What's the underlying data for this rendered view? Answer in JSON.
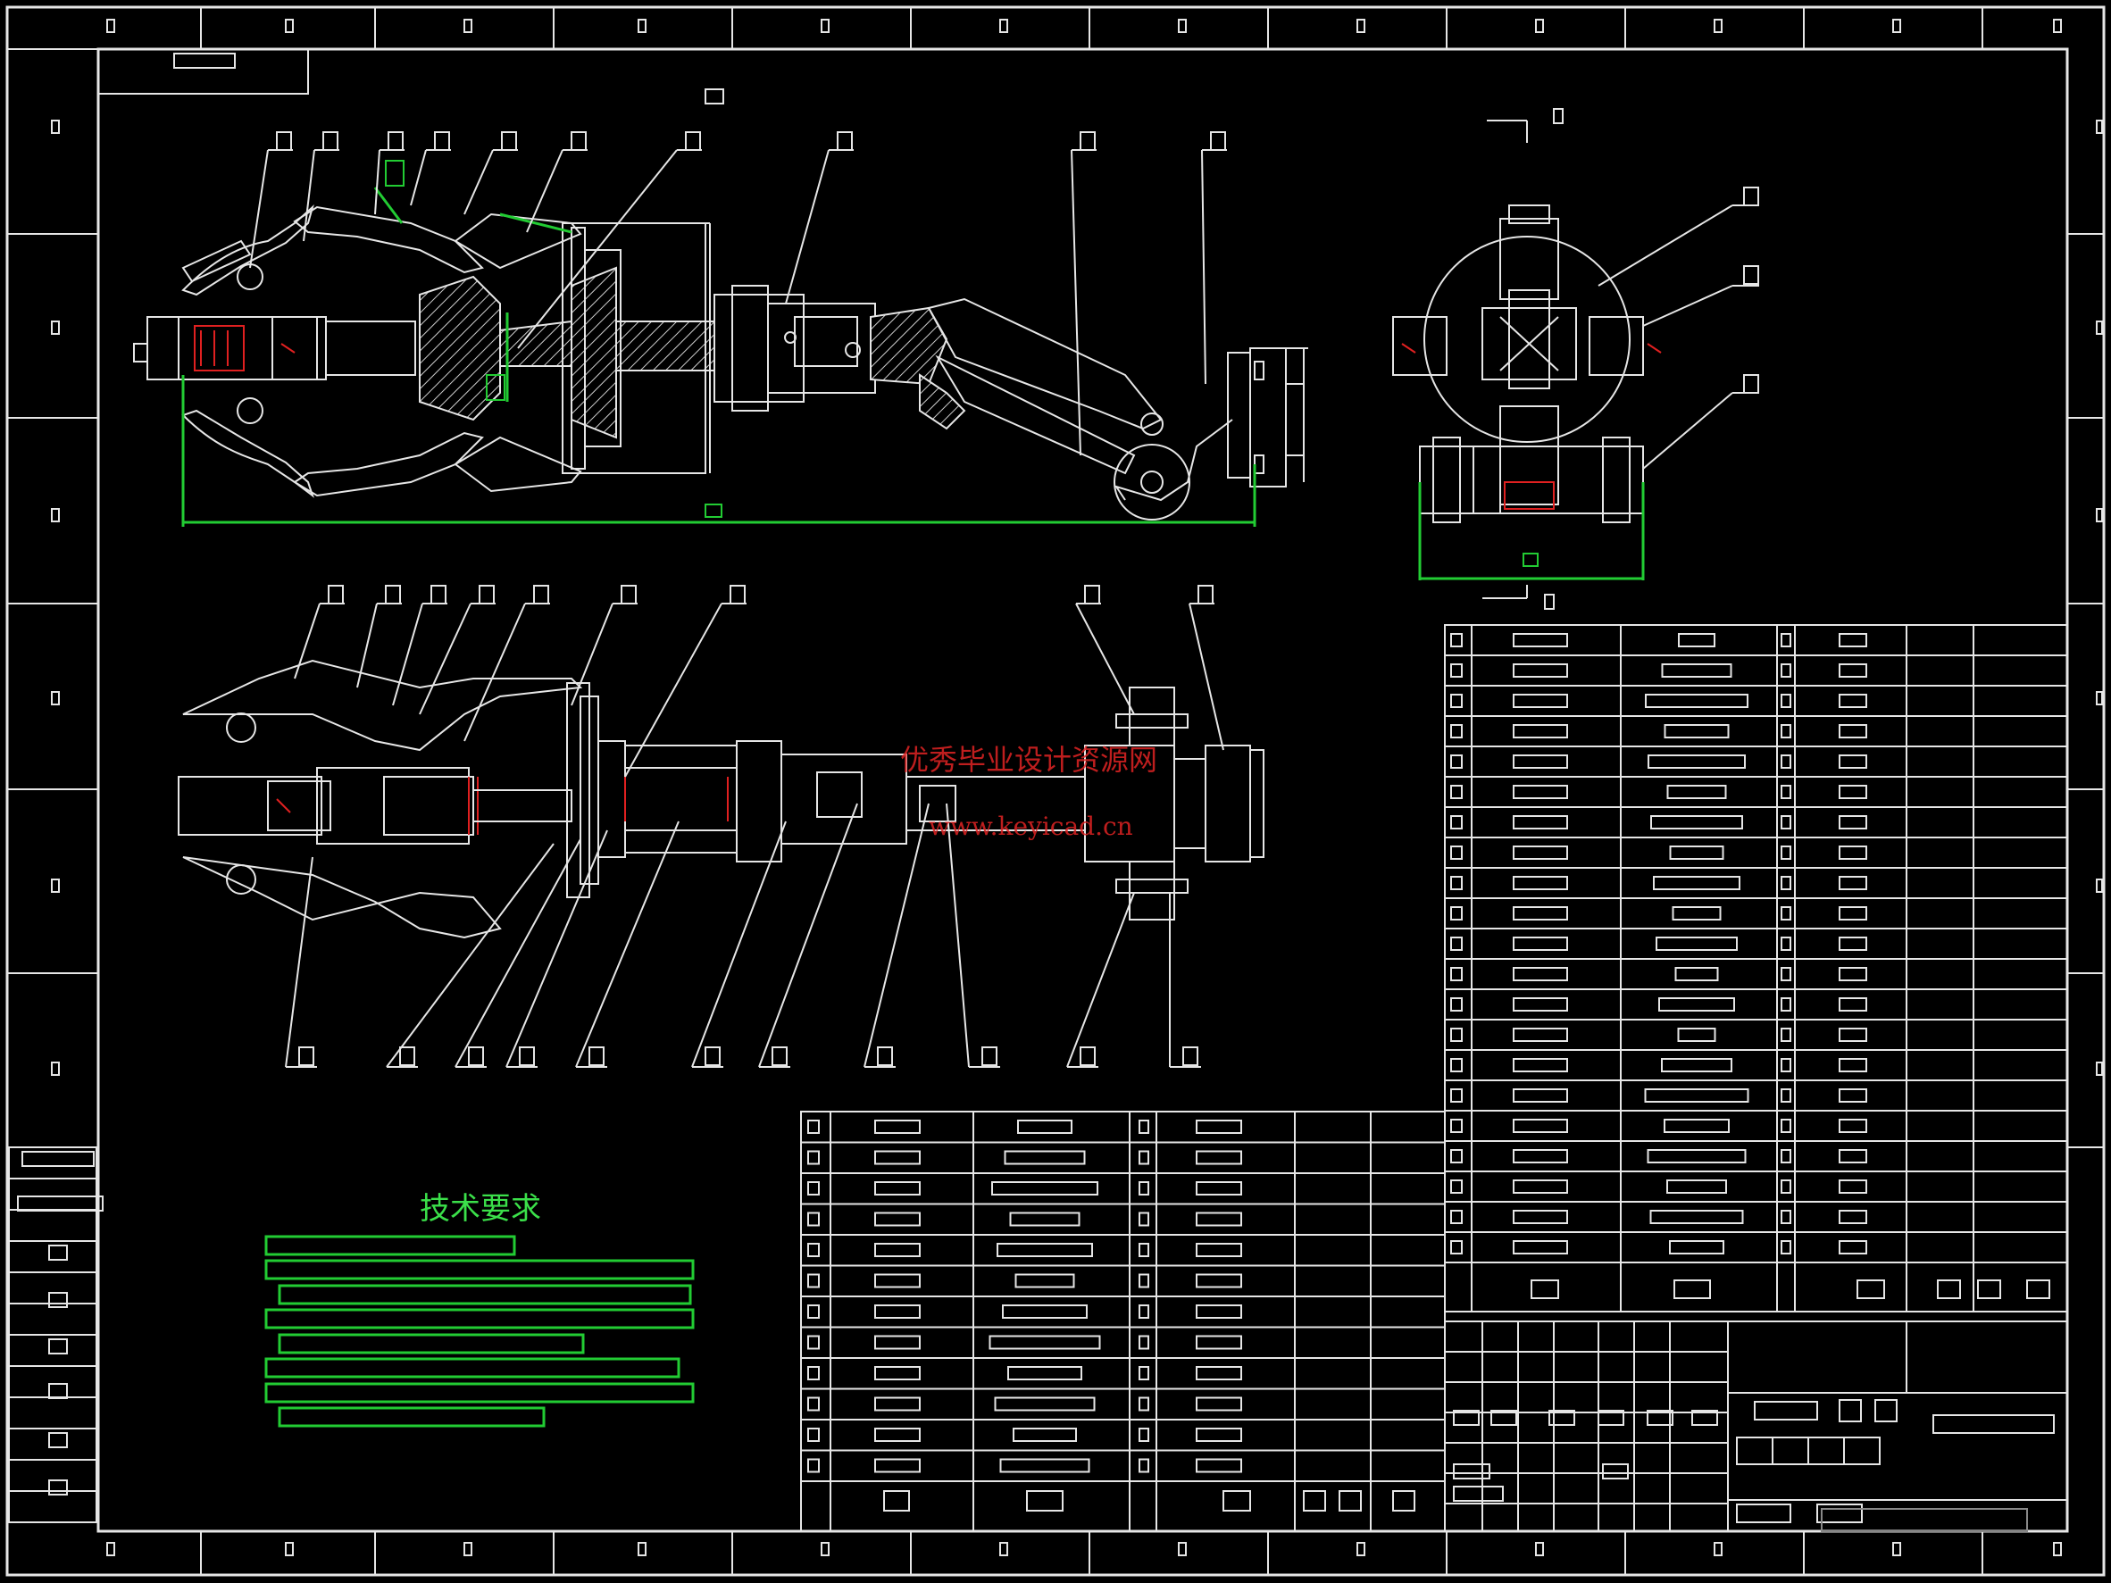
{
  "drawing": {
    "tech_requirements_heading": "技术要求",
    "watermark_line1": "优秀毕业设计资源网",
    "watermark_line2": "www.keyicad.cn"
  },
  "colors": {
    "background": "#000000",
    "line": "#e6e6e6",
    "dimension": "#22cc33",
    "highlight": "#e02020"
  }
}
